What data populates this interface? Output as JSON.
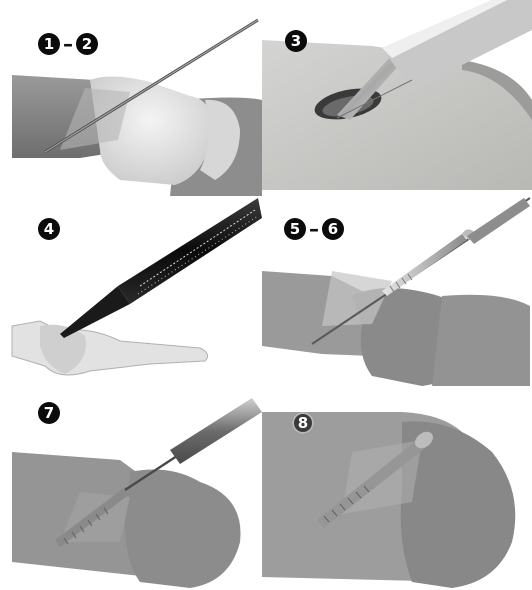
{
  "panels": [
    {
      "id": "p1",
      "steps": [
        "1",
        "2"
      ],
      "separator": "–"
    },
    {
      "id": "p2",
      "steps": [
        "3"
      ]
    },
    {
      "id": "p3",
      "steps": [
        "4"
      ]
    },
    {
      "id": "p4",
      "steps": [
        "5",
        "6"
      ],
      "separator": "–"
    },
    {
      "id": "p5",
      "steps": [
        "7"
      ]
    },
    {
      "id": "p6",
      "steps": [
        "8"
      ]
    }
  ]
}
